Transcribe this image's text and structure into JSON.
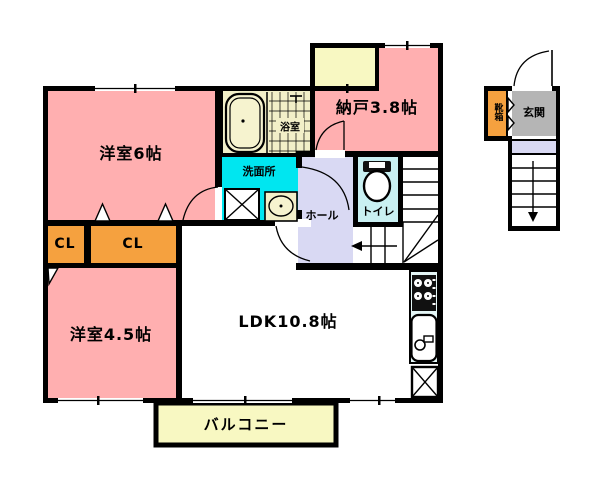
{
  "floorplan": {
    "rooms": {
      "western6": "洋室6帖",
      "storage": "納戸3.8帖",
      "western45": "洋室4.5帖",
      "ldk": "LDK10.8帖",
      "closet_left": "CL",
      "closet_right": "CL",
      "washroom": "洗面所",
      "bathroom": "浴室",
      "toilet": "トイレ",
      "hall": "ホール",
      "balcony": "バルコニー",
      "entrance": "玄関",
      "shoe_box": "靴箱"
    },
    "colors": {
      "room_pink": "#FFAFB0",
      "closet_orange": "#F5A13F",
      "balcony_yellow": "#F8F8C2",
      "washroom_cyan": "#00E6F0",
      "toilet_cyan": "#C9F0F2",
      "hall_lavender": "#D9D9F3",
      "entrance_gray": "#B5B5B5",
      "bath_cream": "#F2EFC8",
      "kitchen_blue": "#E4F6F6",
      "wall_black": "#000000"
    }
  }
}
